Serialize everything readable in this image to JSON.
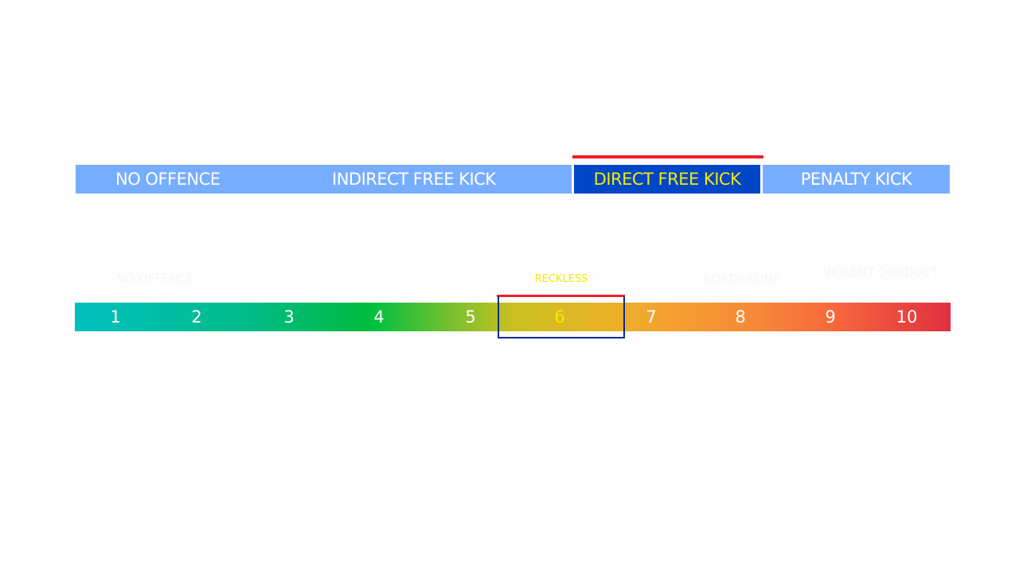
{
  "sanctions": {
    "no_offence": "NO OFFENCE",
    "indirect_free_kick": "INDIRECT FREE KICK",
    "direct_free_kick": "DIRECT FREE KICK",
    "penalty_kick": "PENALTY KICK",
    "selected": "DIRECT FREE KICK"
  },
  "scale": {
    "values": [
      "1",
      "2",
      "3",
      "4",
      "5",
      "6",
      "7",
      "8",
      "9",
      "10"
    ],
    "selected_value": "6",
    "selected_label": "RECKLESS",
    "faint_labels": {
      "no_offence": "NO OFFENCE",
      "borderline": "BORDERLINE",
      "violent_conduct": "VIOLENT CONDUCT"
    }
  },
  "colors": {
    "light_blue": "#77adff",
    "dark_blue": "#0047c8",
    "highlight_red": "#f0202a",
    "selected_text": "#f5ea00",
    "box_border": "#0a2d8a"
  }
}
